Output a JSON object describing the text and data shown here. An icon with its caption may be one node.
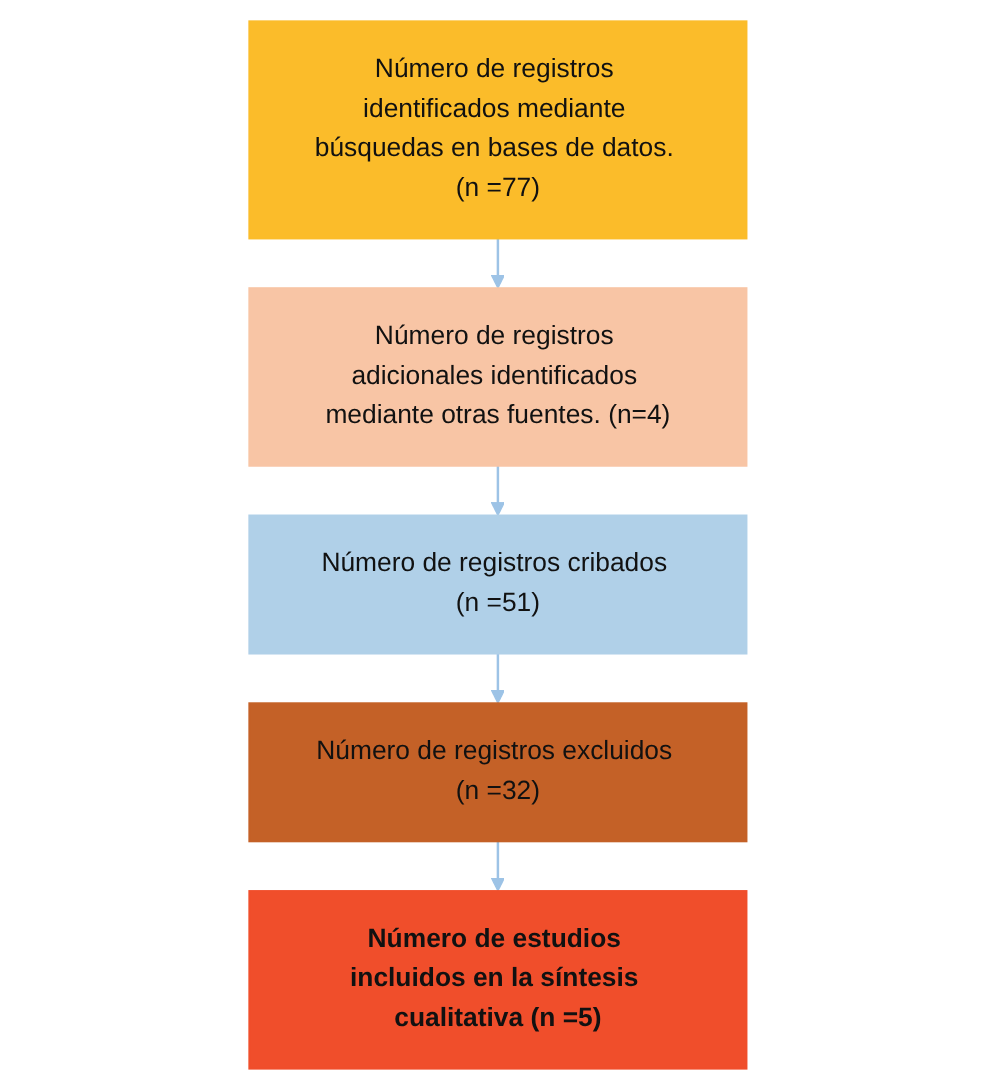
{
  "diagram": {
    "nodes": [
      {
        "text": [
          "Número de registros identificados mediante búsquedas en bases de datos. (n =77)"
        ]
      },
      {
        "text": [
          "Número de registros adicionales identificados mediante otras fuentes. (n=4)"
        ]
      },
      {
        "text": [
          "Número de registros cribados (n =51)"
        ]
      },
      {
        "text": [
          "Número de registros excluidos (n =32)"
        ]
      },
      {
        "text": [
          "Número de estudios incluidos en la síntesis cualitativa (n =5)"
        ]
      }
    ],
    "edges": [
      {
        "from": 0,
        "to": 1,
        "arrow": "to"
      },
      {
        "from": 1,
        "to": 2,
        "arrow": "to"
      },
      {
        "from": 2,
        "to": 3,
        "arrow": "to"
      },
      {
        "from": 3,
        "to": 4,
        "arrow": "to"
      }
    ]
  }
}
